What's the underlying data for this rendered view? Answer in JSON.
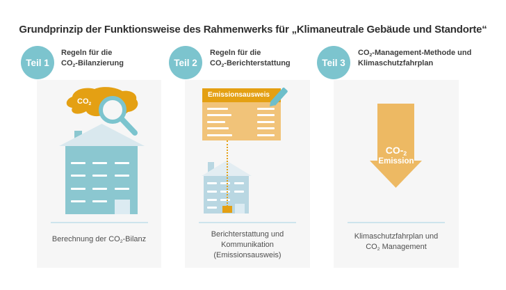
{
  "colors": {
    "teal": "#7cc4ce",
    "teal_dark": "#6cbeca",
    "orange": "#e4a013",
    "orange_light": "#f1c379",
    "orange_arrow": "#edb963",
    "panel_bg": "#f6f6f6",
    "divider": "#cde4ed",
    "house_teal": "#8bc7d0",
    "roof_light": "#d9e8ee",
    "house_light": "#b9d7e2",
    "roof_lighter": "#e3edf2",
    "door_light": "#dcebf2"
  },
  "title": "Grundprinzip der Funktionsweise des Rahmenwerks für „Klimaneutrale Gebäude und Standorte“",
  "panels": [
    {
      "badge": "Teil 1",
      "heading_line1": "Regeln für die",
      "heading_line2_pre": "CO",
      "heading_line2_sub": "2",
      "heading_line2_post": "-Bilanzierung",
      "cloud_pre": "CO",
      "cloud_sub": "2",
      "caption_pre": "Berechnung der CO",
      "caption_sub": "2",
      "caption_post": "-Bilanz"
    },
    {
      "badge": "Teil 2",
      "heading_line1": "Regeln für die",
      "heading_line2_pre": "CO",
      "heading_line2_sub": "2",
      "heading_line2_post": "-Berichterstattung",
      "doc_title": "Emissionsausweis",
      "caption_line1": "Berichterstattung und",
      "caption_line2": "Kommunikation",
      "caption_line3": "(Emissionsausweis)"
    },
    {
      "badge": "Teil 3",
      "heading_line1_pre": "CO",
      "heading_line1_sub": "2",
      "heading_line1_post": "-Management-Methode und",
      "heading_line2": "Klimaschutzfahrplan",
      "arrow_line1_pre": "CO-",
      "arrow_line1_sub": "2",
      "arrow_line2": "Emission",
      "caption_line1": "Klimaschutzfahrplan und",
      "caption_line2_pre": "CO",
      "caption_line2_sub": "2",
      "caption_line2_post": " Management"
    }
  ]
}
